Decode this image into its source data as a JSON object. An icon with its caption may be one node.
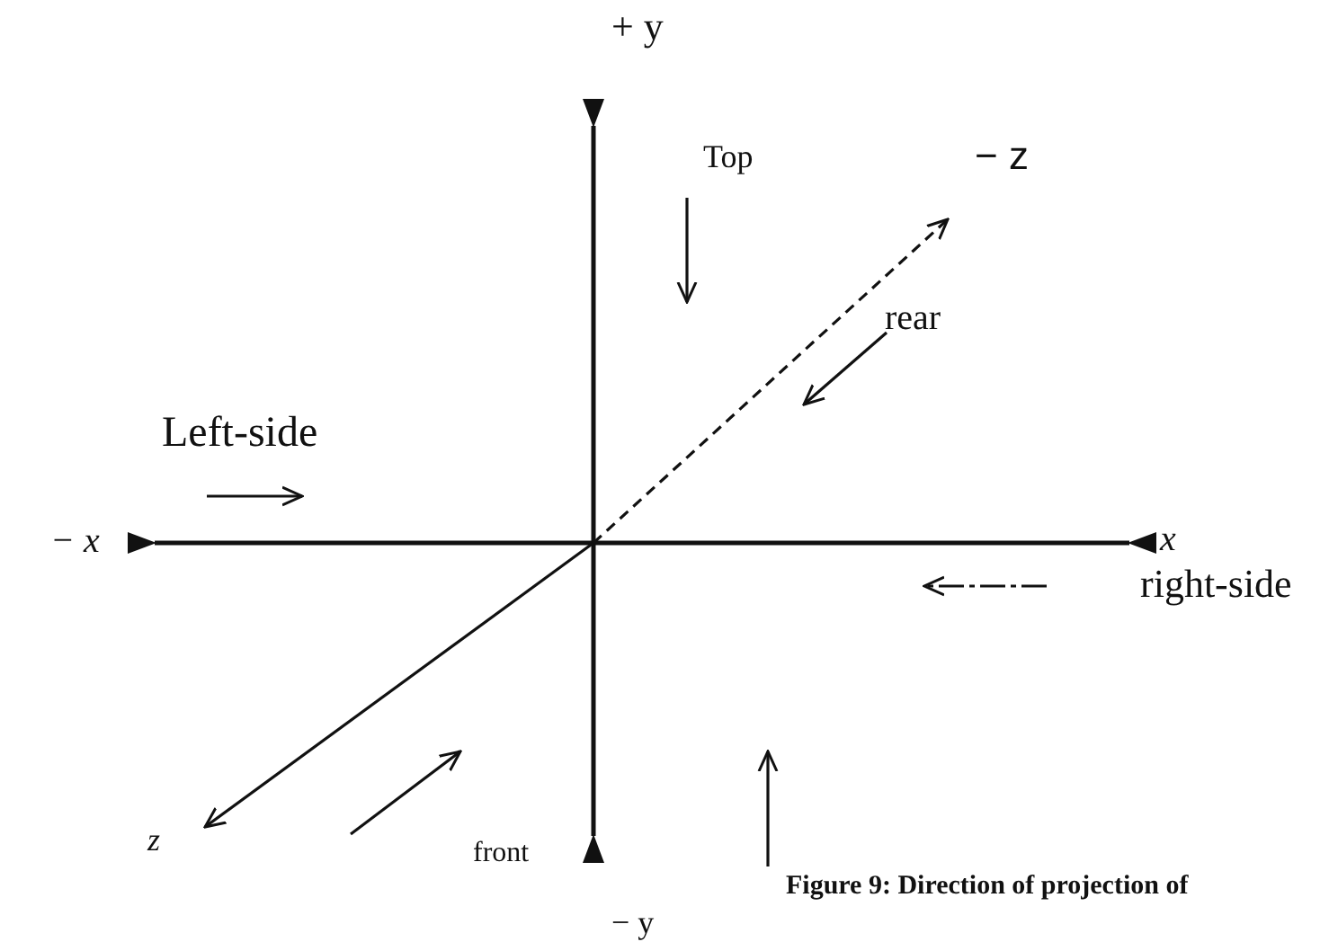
{
  "diagram": {
    "caption": "Figure 9: Direction of projection of",
    "labels": [
      "+ y",
      "Top",
      "− z",
      "rear",
      "Left-side",
      "− x",
      "x",
      "right-side",
      "z",
      "front",
      "− y"
    ]
  }
}
